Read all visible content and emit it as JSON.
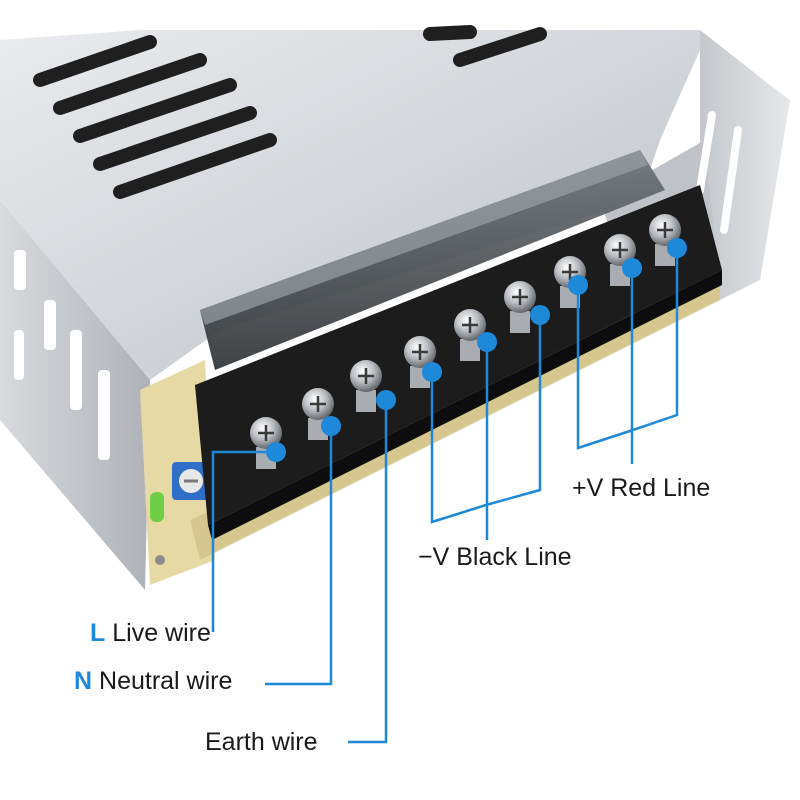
{
  "colors": {
    "accent": "#1e88d9",
    "label_text": "#1a1a1a",
    "terminal_block": "#1c1c1c",
    "metal_case": "#cfd2d6"
  },
  "labels": {
    "live": {
      "letter": "L",
      "text": "Live wire"
    },
    "neutral": {
      "letter": "N",
      "text": "Neutral wire"
    },
    "earth": {
      "text": "Earth wire"
    },
    "minus_v": {
      "text": "−V Black Line"
    },
    "plus_v": {
      "text": "+V Red Line"
    }
  },
  "terminals": [
    {
      "label": "L"
    },
    {
      "label": "N"
    },
    {
      "label": "Earth"
    },
    {
      "label": "-V"
    },
    {
      "label": "-V"
    },
    {
      "label": "-V"
    },
    {
      "label": "+V"
    },
    {
      "label": "+V"
    },
    {
      "label": "+V"
    }
  ],
  "terminal_count": 9
}
